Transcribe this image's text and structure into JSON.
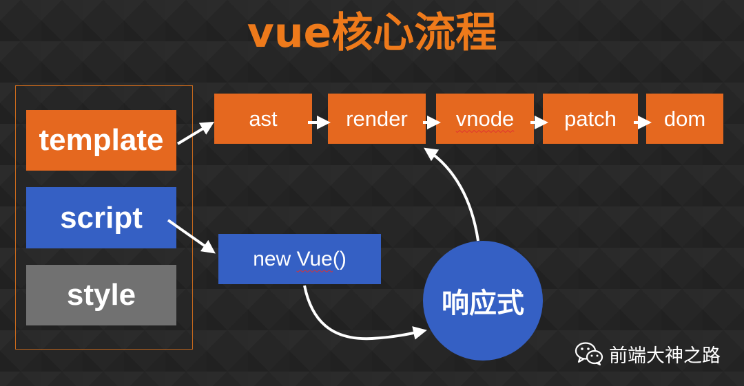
{
  "title": "vue核心流程",
  "sfc_blocks": {
    "template": "template",
    "script": "script",
    "style": "style"
  },
  "pipeline": [
    "ast",
    "render",
    "vnode",
    "patch",
    "dom"
  ],
  "new_vue": "new Vue()",
  "reactive": "响应式",
  "watermark": {
    "icon": "wechat-icon",
    "text": "前端大神之路"
  },
  "colors": {
    "title": "#ee7a1b",
    "orange": "#e5681f",
    "blue": "#3560c4",
    "gray": "#717171",
    "background": "#262626"
  }
}
